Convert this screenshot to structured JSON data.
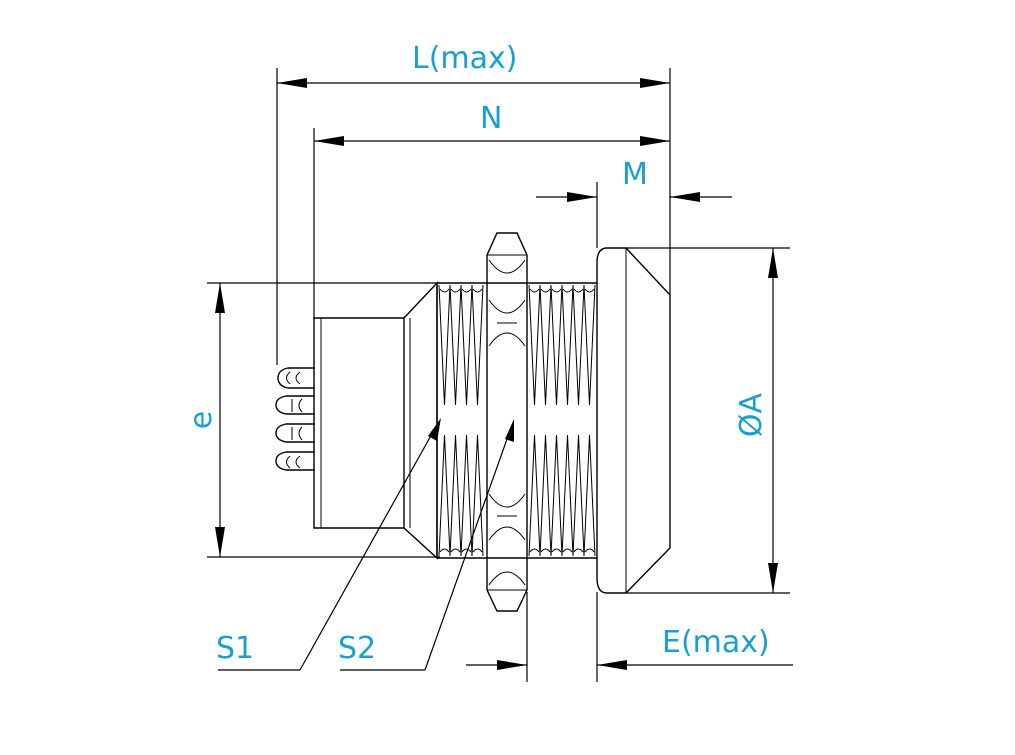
{
  "labels": {
    "L": "L(max)",
    "N": "N",
    "M": "M",
    "e": "e",
    "A": "ØA",
    "S1": "S1",
    "S2": "S2",
    "E": "E(max)"
  },
  "colors": {
    "label": "#1a9fd2",
    "line": "#000000"
  }
}
